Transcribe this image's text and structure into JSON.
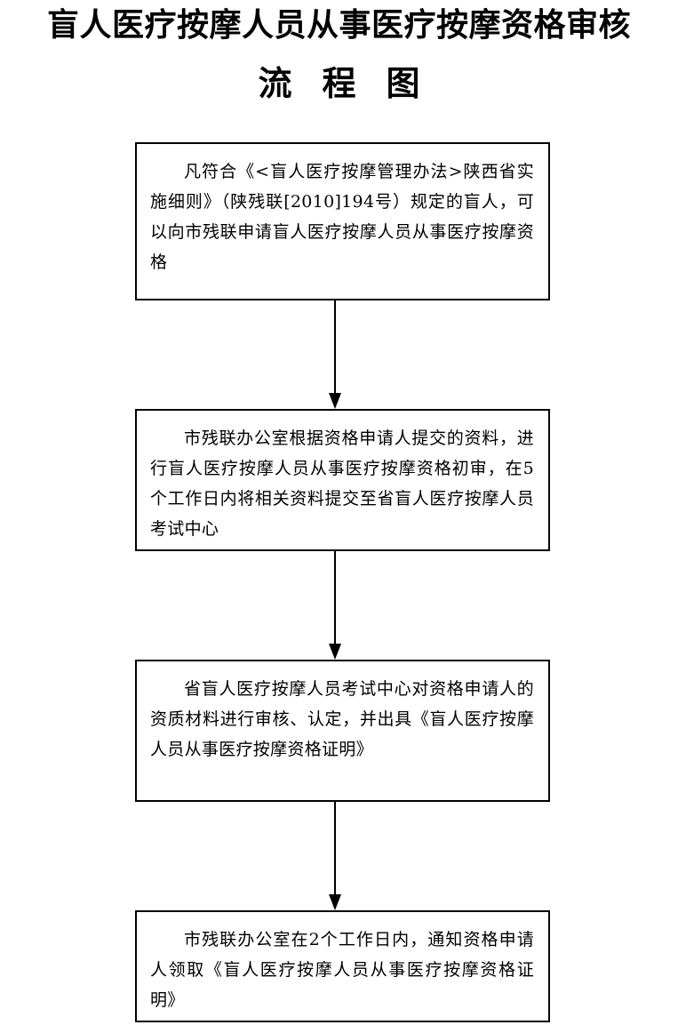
{
  "title": {
    "line1": "盲人医疗按摩人员从事医疗按摩资格审核",
    "line2": "流程图"
  },
  "steps": [
    {
      "text": "凡符合《<盲人医疗按摩管理办法>陕西省实施细则》（陕残联[2010]194号）规定的盲人，可以向市残联申请盲人医疗按摩人员从事医疗按摩资格"
    },
    {
      "text": "市残联办公室根据资格申请人提交的资料，进行盲人医疗按摩人员从事医疗按摩资格初审，在5个工作日内将相关资料提交至省盲人医疗按摩人员考试中心"
    },
    {
      "text": "省盲人医疗按摩人员考试中心对资格申请人的资质材料进行审核、认定，并出具《盲人医疗按摩人员从事医疗按摩资格证明》"
    },
    {
      "text": "市残联办公室在2个工作日内，通知资格申请人领取《盲人医疗按摩人员从事医疗按摩资格证明》"
    }
  ],
  "colors": {
    "line": "#000000",
    "background": "#ffffff"
  }
}
